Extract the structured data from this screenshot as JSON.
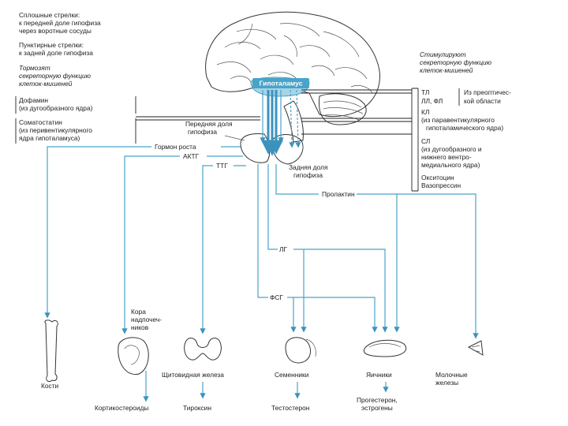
{
  "colors": {
    "arrow": "#4aa3c8",
    "hypothalamus": "#a8d4e6",
    "line": "#222222"
  },
  "legend": {
    "solid_1": "Сплошные стрелки:",
    "solid_2": "к передней доле гипофиза",
    "solid_3": "через воротные сосуды",
    "dotted_1": "Пунктирные стрелки:",
    "dotted_2": "к задней доле гипофиза",
    "inhibit_1": "Тормозят",
    "inhibit_2": "секреторную функцию",
    "inhibit_3": "клеток-мишеней",
    "stim_1": "Стимулируют",
    "stim_2": "секреторную функцию",
    "stim_3": "клеток-мишеней"
  },
  "inhibitors": {
    "dopamine_1": "Дофамин",
    "dopamine_2": "(из дугообразного ядра)",
    "somatostatin_1": "Соматостатин",
    "somatostatin_2": "(из перивентикулярного",
    "somatostatin_3": "ядра гипоталамуса)"
  },
  "stimulators": {
    "tl": "ТЛ",
    "ll_fl": "ЛЛ, ФЛ",
    "preoptic_1": "Из преоптичес-",
    "preoptic_2": "кой области",
    "kl": "КЛ",
    "kl_src_1": "(из паравентикулярного",
    "kl_src_2": "гипоталамического ядра)",
    "sl": "СЛ",
    "sl_src_1": "(из дугообразного и",
    "sl_src_2": "нижнего вентро-",
    "sl_src_3": "медиального ядра)",
    "oxytocin": "Окситоцин",
    "vasopressin": "Вазопрессин"
  },
  "structures": {
    "hypothalamus": "Гипоталамус",
    "anterior_1": "Передняя доля",
    "anterior_2": "гипофиза",
    "posterior_1": "Задняя доля",
    "posterior_2": "гипофиза"
  },
  "hormones": {
    "growth": "Гормон роста",
    "acth": "АКТГ",
    "tsh": "ТТГ",
    "prolactin": "Пролактин",
    "lh": "ЛГ",
    "fsh": "ФСГ"
  },
  "targets": {
    "bones": "Кости",
    "adrenal_1": "Кора",
    "adrenal_2": "надпочеч-",
    "adrenal_3": "ников",
    "thyroid": "Щитовидная железа",
    "testes": "Семенники",
    "ovaries": "Яичники",
    "mammary_1": "Молочные",
    "mammary_2": "железы"
  },
  "products": {
    "corticosteroids": "Кортикостероиды",
    "thyroxine": "Тироксин",
    "testosterone": "Тестостерон",
    "progesterone_1": "Прогестерон,",
    "progesterone_2": "эстрогены"
  }
}
